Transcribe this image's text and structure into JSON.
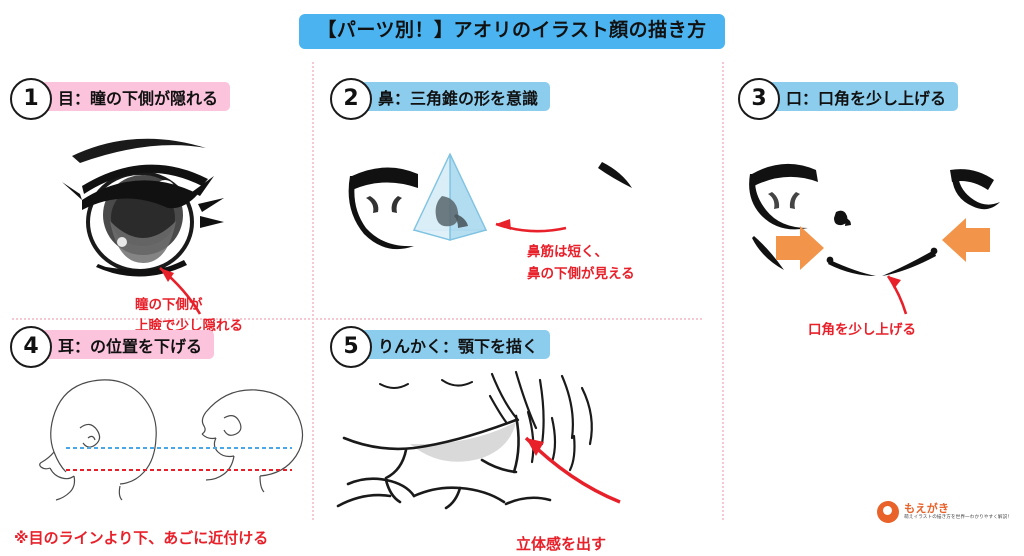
{
  "title": "【パーツ別！】アオリのイラスト顔の描き方",
  "sections": [
    {
      "number": "1",
      "label": "目：瞳の下側が隠れる",
      "pill_color": "#FBC3DC",
      "notes": [
        "瞳の下側が",
        "上瞼で少し隠れる"
      ]
    },
    {
      "number": "2",
      "label": "鼻：三角錐の形を意識",
      "pill_color": "#8CCDEE",
      "notes": [
        "鼻筋は短く、",
        "鼻の下側が見える"
      ]
    },
    {
      "number": "3",
      "label": "口：口角を少し上げる",
      "pill_color": "#8CCDEE",
      "notes": [
        "口角を少し上げる"
      ]
    },
    {
      "number": "4",
      "label": "耳：の位置を下げる",
      "pill_color": "#FBC3DC",
      "notes": [
        "※目のラインより下、あごに近付ける"
      ]
    },
    {
      "number": "5",
      "label": "りんかく：顎下を描く",
      "pill_color": "#8CCDEE",
      "notes": [
        "立体感を出す"
      ]
    }
  ],
  "colors": {
    "title_bg": "#4BB4F0",
    "pink_pill": "#FBC3DC",
    "blue_pill": "#8CCDEE",
    "annotation_red": "#E8202A",
    "arrow_orange": "#F2954A",
    "guide_blue": "#4AA8E8",
    "guide_red": "#E8202A",
    "divider_pink": "#F6C9D2",
    "logo_orange": "#E8622A"
  },
  "logo": {
    "name": "もえがき",
    "tagline": "萌えイラストの描き方を世界一わかりやすく解説！"
  },
  "icons": {
    "eye": "anime-eye-illustration",
    "nose": "nose-cone-illustration",
    "mouth": "mouth-corners-illustration",
    "ears": "head-profile-pair-illustration",
    "chin": "chin-neck-illustration"
  }
}
